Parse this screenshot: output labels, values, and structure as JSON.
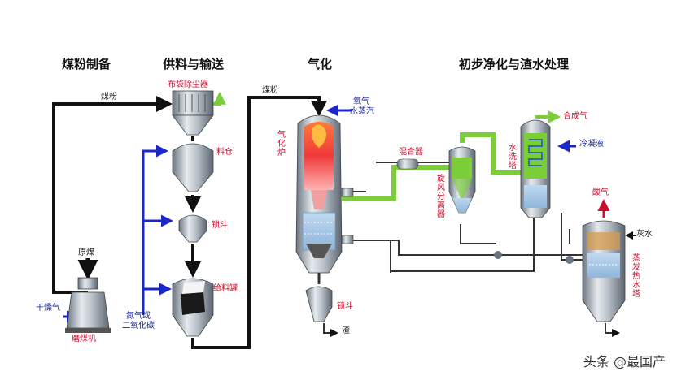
{
  "sections": {
    "coal_prep": "煤粉制备",
    "feed_transport": "供料与输送",
    "gasification": "气化",
    "purification": "初步净化与渣水处理"
  },
  "labels": {
    "coal_powder_1": "煤粉",
    "coal_powder_2": "煤粉",
    "raw_coal": "原煤",
    "dry_gas": "干燥气",
    "coal_mill": "磨煤机",
    "bag_filter": "布袋除尘器",
    "silo": "料仓",
    "lock_hopper": "锁斗",
    "feed_tank": "给料罐",
    "n2_co2": "氮气或\n二氧化碳",
    "oxygen": "氧气",
    "steam": "水蒸汽",
    "gasifier": "气化炉",
    "slag_lock": "锁斗",
    "slag": "渣",
    "mixer": "混合器",
    "cyclone": "旋风分离器",
    "scrubber": "水洗塔",
    "syngas": "合成气",
    "condensate": "冷凝液",
    "acid_gas": "酸气",
    "ash_water": "灰水",
    "evap_tower": "蒸发热水塔"
  },
  "watermark": "头条 @最国产",
  "colors": {
    "coal_line": "#111111",
    "gas_line": "#1b27c9",
    "syngas_line": "#7ccd3a",
    "water_line": "#333333",
    "vessel": "#9aa3ad",
    "flame": "#e8382a"
  }
}
